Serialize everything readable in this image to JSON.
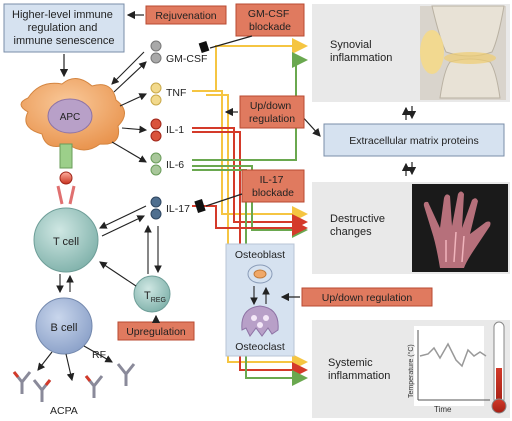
{
  "top_box": {
    "lines": [
      "Higher-level immune",
      "regulation and",
      "immune senescence"
    ]
  },
  "interventions": {
    "rejuvenation": "Rejuvenation",
    "gmcsf_blockade": [
      "GM-CSF",
      "blockade"
    ],
    "updown_regulation": [
      "Up/down",
      "regulation"
    ],
    "il17_blockade": [
      "IL-17",
      "blockade"
    ],
    "updown_regulation_bone": "Up/down regulation",
    "upregulation": "Upregulation"
  },
  "cells": {
    "apc": "APC",
    "t_cell": "T cell",
    "b_cell": "B cell",
    "treg_main": "T",
    "treg_sub": "REG",
    "osteoblast": "Osteoblast",
    "osteoclast": "Osteoclast"
  },
  "cytokines": [
    {
      "label": "GM-CSF",
      "color": "#a9a9a9"
    },
    {
      "label": "TNF",
      "color": "#f2d98c"
    },
    {
      "label": "IL-1",
      "color": "#d9543d"
    },
    {
      "label": "IL-6",
      "color": "#a8c79a"
    },
    {
      "label": "IL-17",
      "color": "#4f6f8f"
    }
  ],
  "antibodies": {
    "rf": "RF",
    "acpa": "ACPA"
  },
  "outcomes": {
    "synovial": [
      "Synovial",
      "inflammation"
    ],
    "ecm": "Extracellular matrix proteins",
    "destructive": [
      "Destructive",
      "changes"
    ],
    "systemic": [
      "Systemic",
      "inflammation"
    ]
  },
  "temperature_chart": {
    "ylabel": "Temperature (°C)",
    "xlabel": "Time"
  },
  "colors": {
    "panel_fill": "#e9e9e9",
    "intervention_fill": "#e07a5f",
    "intervention_stroke": "#b84a32",
    "blue_box": "#d6e2f0",
    "blue_box_stroke": "#7a8ea8",
    "cell_teal": "#8fbcb5",
    "apc_orange": "#f0a868",
    "arrow_yellow": "#f5c542",
    "arrow_red": "#d43a2a",
    "arrow_green": "#6aa84f"
  }
}
